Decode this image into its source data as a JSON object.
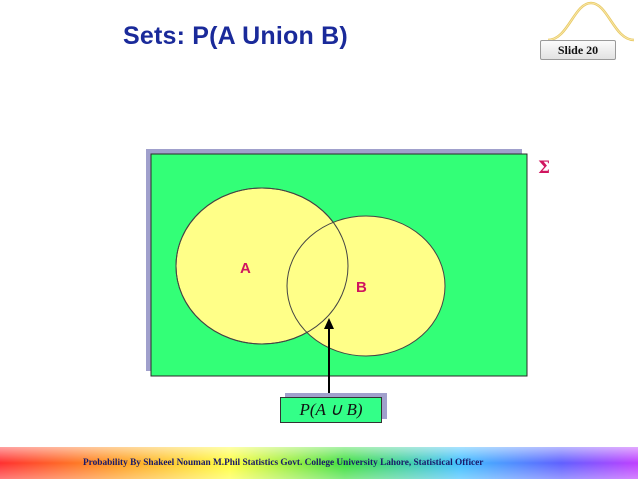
{
  "slide": {
    "title": "Sets: P(A Union B)",
    "slide_number_label": "Slide 20"
  },
  "diagram": {
    "universe_symbol": "Σ",
    "set_a_label": "A",
    "set_b_label": "B",
    "union_formula": "P(A ∪ B)",
    "colors": {
      "universe_fill": "#33ff77",
      "set_fill": "#ffff88",
      "frame_shadow": "#a0a0cc",
      "label_color": "#d0155f"
    }
  },
  "footer": {
    "text": "Probability By Shakeel Nouman M.Phil Statistics Govt. College University Lahore, Statistical Officer"
  }
}
